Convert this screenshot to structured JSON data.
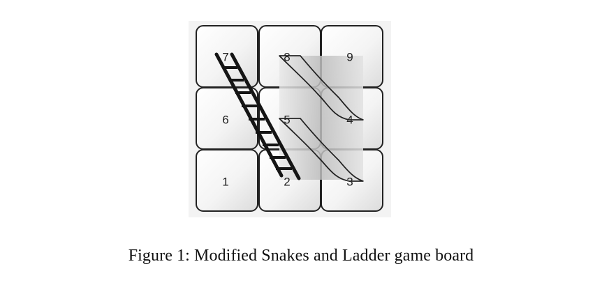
{
  "board": {
    "cells": [
      {
        "label": "7",
        "square": 7
      },
      {
        "label": "8",
        "square": 8
      },
      {
        "label": "9",
        "square": 9
      },
      {
        "label": "6",
        "square": 6
      },
      {
        "label": "5",
        "square": 5
      },
      {
        "label": "4",
        "square": 4
      },
      {
        "label": "1",
        "square": 1
      },
      {
        "label": "2",
        "square": 2
      },
      {
        "label": "3",
        "square": 3
      }
    ],
    "ladders": [
      {
        "from": 2,
        "to": 7
      }
    ],
    "snakes": [
      {
        "from": 8,
        "to": 4
      },
      {
        "from": 5,
        "to": 3
      }
    ]
  },
  "caption": "Figure 1: Modified Snakes and Ladder game board"
}
